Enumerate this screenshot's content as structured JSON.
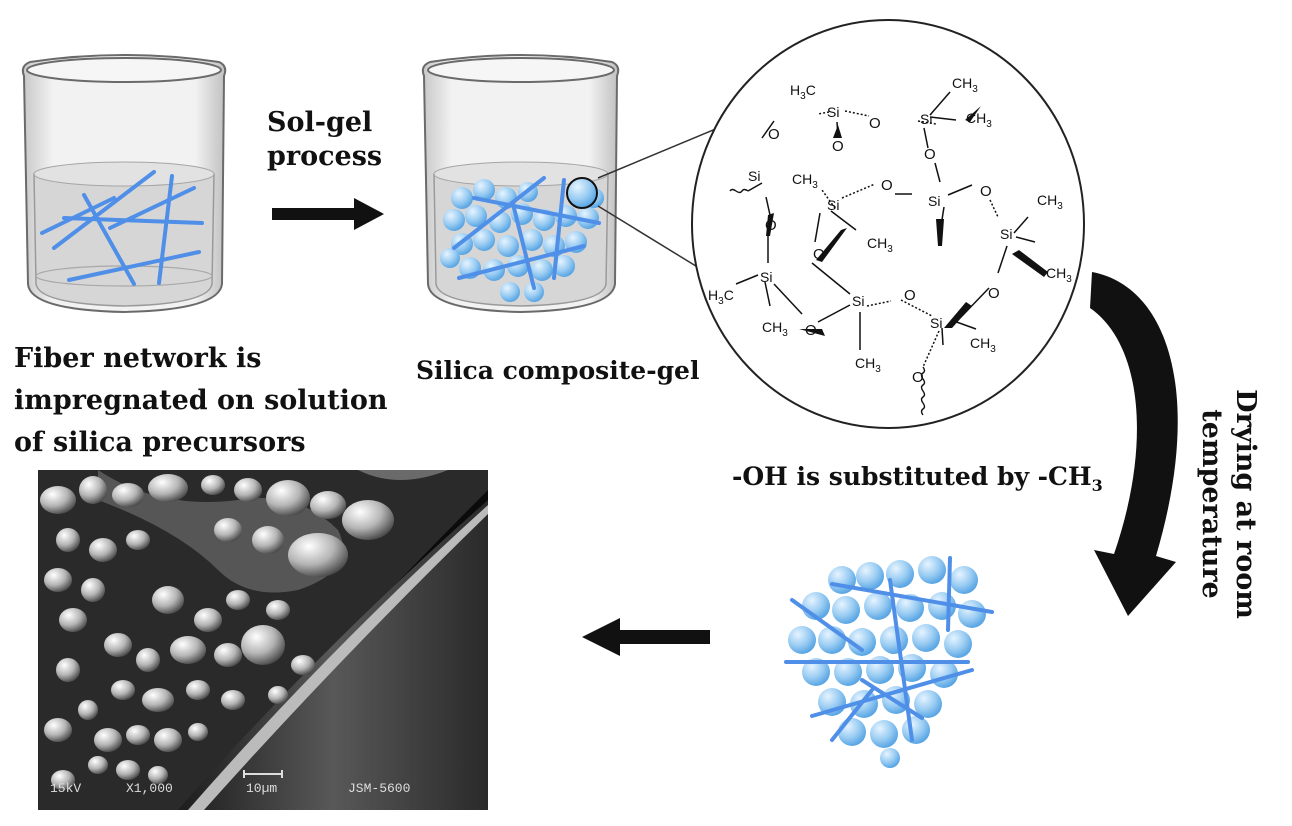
{
  "labels": {
    "process_line1": "Sol-gel",
    "process_line2": "process",
    "fiber_line1": "Fiber network is",
    "fiber_line2": "impregnated  on solution",
    "fiber_line3": "of silica precursors",
    "composite_gel": "Silica composite-gel",
    "substitution_prefix": "-OH is substituted  by -CH",
    "substitution_subscript": "3",
    "drying_line1": "Drying at room",
    "drying_line2": "temperature"
  },
  "molecule": {
    "silicon": "Si",
    "oxygen": "O",
    "methyl": "CH",
    "methyl_subscript": "3",
    "methyl_left": "H",
    "methyl_left_c": "C",
    "methyl_left_subscript": "3"
  },
  "sem_caption": {
    "mag": "X1,000",
    "scale": "10µm",
    "instrument": "JSM-5600",
    "kv": "15kV"
  },
  "colors": {
    "fiber": "#4f8fe8",
    "sphere": "#8ec4f0",
    "solution": "#d9d9d9",
    "arrow": "#111111"
  }
}
